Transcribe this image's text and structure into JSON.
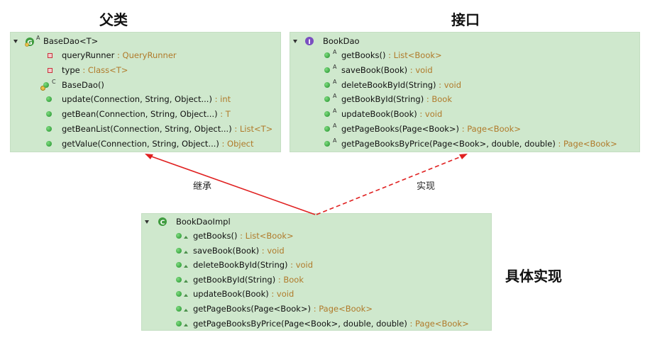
{
  "headings": {
    "parent": "父类",
    "interface": "接口",
    "impl": "具体实现"
  },
  "arrows": {
    "inherit_label": "继承",
    "implement_label": "实现",
    "inherit_color": "#e02020",
    "implement_color": "#e02020"
  },
  "base_dao": {
    "class_name": "BaseDao<T>",
    "members": [
      {
        "icon": "private-field-icon",
        "name": "queryRunner",
        "ret": " : QueryRunner"
      },
      {
        "icon": "private-field-icon",
        "name": "type",
        "ret": " : Class<T>"
      },
      {
        "icon": "constructor-icon",
        "name": "BaseDao()",
        "ret": ""
      },
      {
        "icon": "public-method-icon",
        "name": "update(Connection, String, Object...)",
        "ret": " : int"
      },
      {
        "icon": "public-method-icon",
        "name": "getBean(Connection, String, Object...)",
        "ret": " : T"
      },
      {
        "icon": "public-method-icon",
        "name": "getBeanList(Connection, String, Object...)",
        "ret": " : List<T>"
      },
      {
        "icon": "public-method-icon",
        "name": "getValue(Connection, String, Object...)",
        "ret": " : Object"
      }
    ]
  },
  "book_dao": {
    "interface_name": "BookDao",
    "members": [
      {
        "name": "getBooks()",
        "ret": " : List<Book>"
      },
      {
        "name": "saveBook(Book)",
        "ret": " : void"
      },
      {
        "name": "deleteBookById(String)",
        "ret": " : void"
      },
      {
        "name": "getBookById(String)",
        "ret": " : Book"
      },
      {
        "name": "updateBook(Book)",
        "ret": " : void"
      },
      {
        "name": "getPageBooks(Page<Book>)",
        "ret": " : Page<Book>"
      },
      {
        "name": "getPageBooksByPrice(Page<Book>, double, double)",
        "ret": " : Page<Book>"
      }
    ]
  },
  "book_dao_impl": {
    "class_name": "BookDaoImpl",
    "members": [
      {
        "name": "getBooks()",
        "ret": " : List<Book>"
      },
      {
        "name": "saveBook(Book)",
        "ret": " : void"
      },
      {
        "name": "deleteBookById(String)",
        "ret": " : void"
      },
      {
        "name": "getBookById(String)",
        "ret": " : Book"
      },
      {
        "name": "updateBook(Book)",
        "ret": " : void"
      },
      {
        "name": "getPageBooks(Page<Book>)",
        "ret": " : Page<Book>"
      },
      {
        "name": "getPageBooksByPrice(Page<Book>, double, double)",
        "ret": " : Page<Book>"
      }
    ]
  }
}
